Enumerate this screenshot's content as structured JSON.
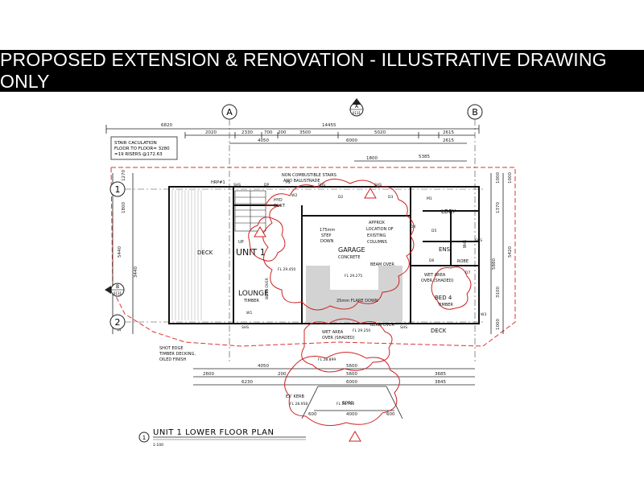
{
  "banner": {
    "text": "PROPOSED EXTENSION & RENOVATION - ILLUSTRATIVE DRAWING ONLY"
  },
  "plan": {
    "title": "UNIT 1 LOWER FLOOR PLAN",
    "title_ref": "1",
    "title_scale": "1:100",
    "grid_a": "A",
    "grid_b": "B",
    "grid_1": "1",
    "grid_2": "2",
    "section_top": "A",
    "section_top_ref": "0131",
    "section_left": "B",
    "section_left_ref": "0131",
    "stair_note": [
      "STAIR CACULATION",
      "FLOOR TO FLOOR= 3280",
      "=19 RISERS @172.63"
    ],
    "rooms": {
      "deck": "DECK",
      "unit": "UNIT 1",
      "lounge": "LOUNGE",
      "lounge_finish": "TIMBER",
      "garage": "GARAGE",
      "garage_finish": "CONCRETE",
      "step": [
        "175mm",
        "STEP",
        "DOWN"
      ],
      "columns": [
        "APPROX",
        "LOCATION OF",
        "EXISTING",
        "COLUMNS"
      ],
      "beam_over_1": "BEAM OVER",
      "beam_over_2": "BEAM OVER",
      "beam_over_3": "BEAM OVER",
      "flare": "25mm FLARE DOWN",
      "wet_area_1": [
        "WET AREA",
        "OVER (SHADED)"
      ],
      "wet_area_2": [
        "WET AREA",
        "OVER (SHADED)"
      ],
      "bed": "BED 4",
      "bed_finish": "TIMBER",
      "robe": "ROBE",
      "ens": "ENS",
      "ldry": "LDRY",
      "shr": "SHR",
      "deck_right": "DECK",
      "hyd_duct": [
        "HYD",
        "DUCT"
      ],
      "stairs_note": [
        "NON COMBUSTIBLE STAIRS",
        "AND BALUSTRADE"
      ],
      "shot_edge": [
        "SHOT EDGE",
        "TIMBER DECKING,",
        "OILED FINISH"
      ],
      "ex_kerb": "EX' KERB",
      "up": "UP",
      "hrp": "HRP#1"
    },
    "levels": [
      "FL 29.450",
      "FL 29.275",
      "FL 29.250",
      "FL 28.899",
      "FL 28.760",
      "FL 28.958"
    ],
    "dims_top": [
      "6820",
      "14455",
      "2020",
      "2330",
      "700",
      "200",
      "3500",
      "5020",
      "2615",
      "4050",
      "6000",
      "2615",
      "1800",
      "5385"
    ],
    "dims_bottom": [
      "4050",
      "5600",
      "3685",
      "2600",
      "200",
      "5600",
      "6230",
      "6000",
      "3845",
      "6000",
      "600",
      "4000",
      "600"
    ],
    "dims_left": [
      "1270",
      "1800",
      "5440",
      "3440",
      "1000"
    ],
    "dims_right": [
      "1000",
      "1370",
      "5880",
      "3100",
      "1000",
      "1000",
      "5420"
    ],
    "tags": [
      "SHS",
      "DP",
      "PS",
      "W1",
      "W2",
      "W3",
      "D1",
      "D2",
      "D3",
      "D4",
      "D5",
      "D6",
      "D7",
      "M1"
    ]
  }
}
